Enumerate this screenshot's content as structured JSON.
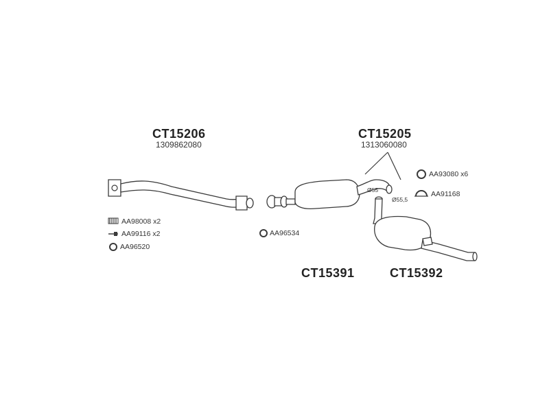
{
  "parts": {
    "front_pipe": {
      "code": "CT15206",
      "oe": "1309862080"
    },
    "center_silencer": {
      "code": "CT15205",
      "oe": "1313060080"
    },
    "mid_part": {
      "code": "CT15391"
    },
    "rear_silencer": {
      "code": "CT15392"
    }
  },
  "dimensions": {
    "d1": "Ø55",
    "d2": "Ø55,5"
  },
  "accessories": {
    "springs": "AA98008 x2",
    "bolts": "AA99116 x2",
    "ring_front": "AA96520",
    "ring_mid": "AA96534",
    "hanger": "AA93080 x6",
    "clamp": "AA91168"
  }
}
